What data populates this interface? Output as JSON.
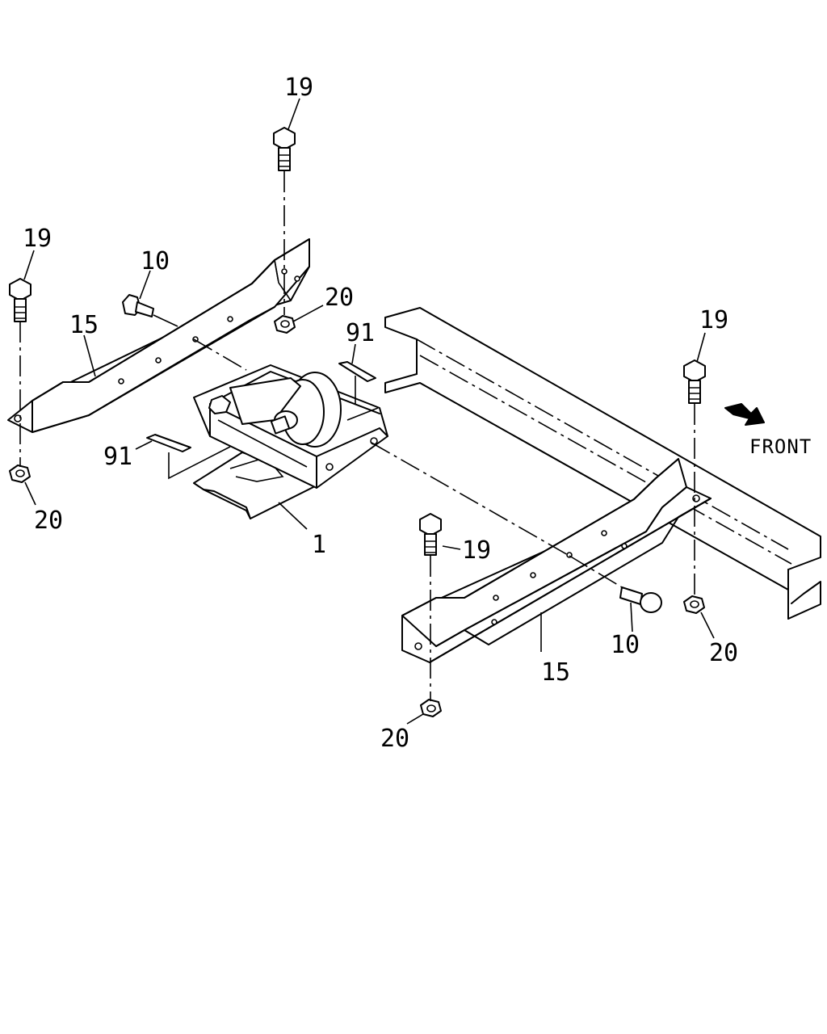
{
  "callouts": {
    "c19_top": "19",
    "c19_left": "19",
    "c19_right": "19",
    "c19_mid": "19",
    "c10_left": "10",
    "c10_right": "10",
    "c15_left": "15",
    "c15_right": "15",
    "c20_top": "20",
    "c20_left": "20",
    "c20_right": "20",
    "c20_bottom": "20",
    "c91_top": "91",
    "c91_left": "91",
    "c1": "1"
  },
  "direction": {
    "label": "FRONT",
    "icon": "arrow-icon"
  },
  "colors": {
    "line": "#000000",
    "background": "#ffffff"
  }
}
